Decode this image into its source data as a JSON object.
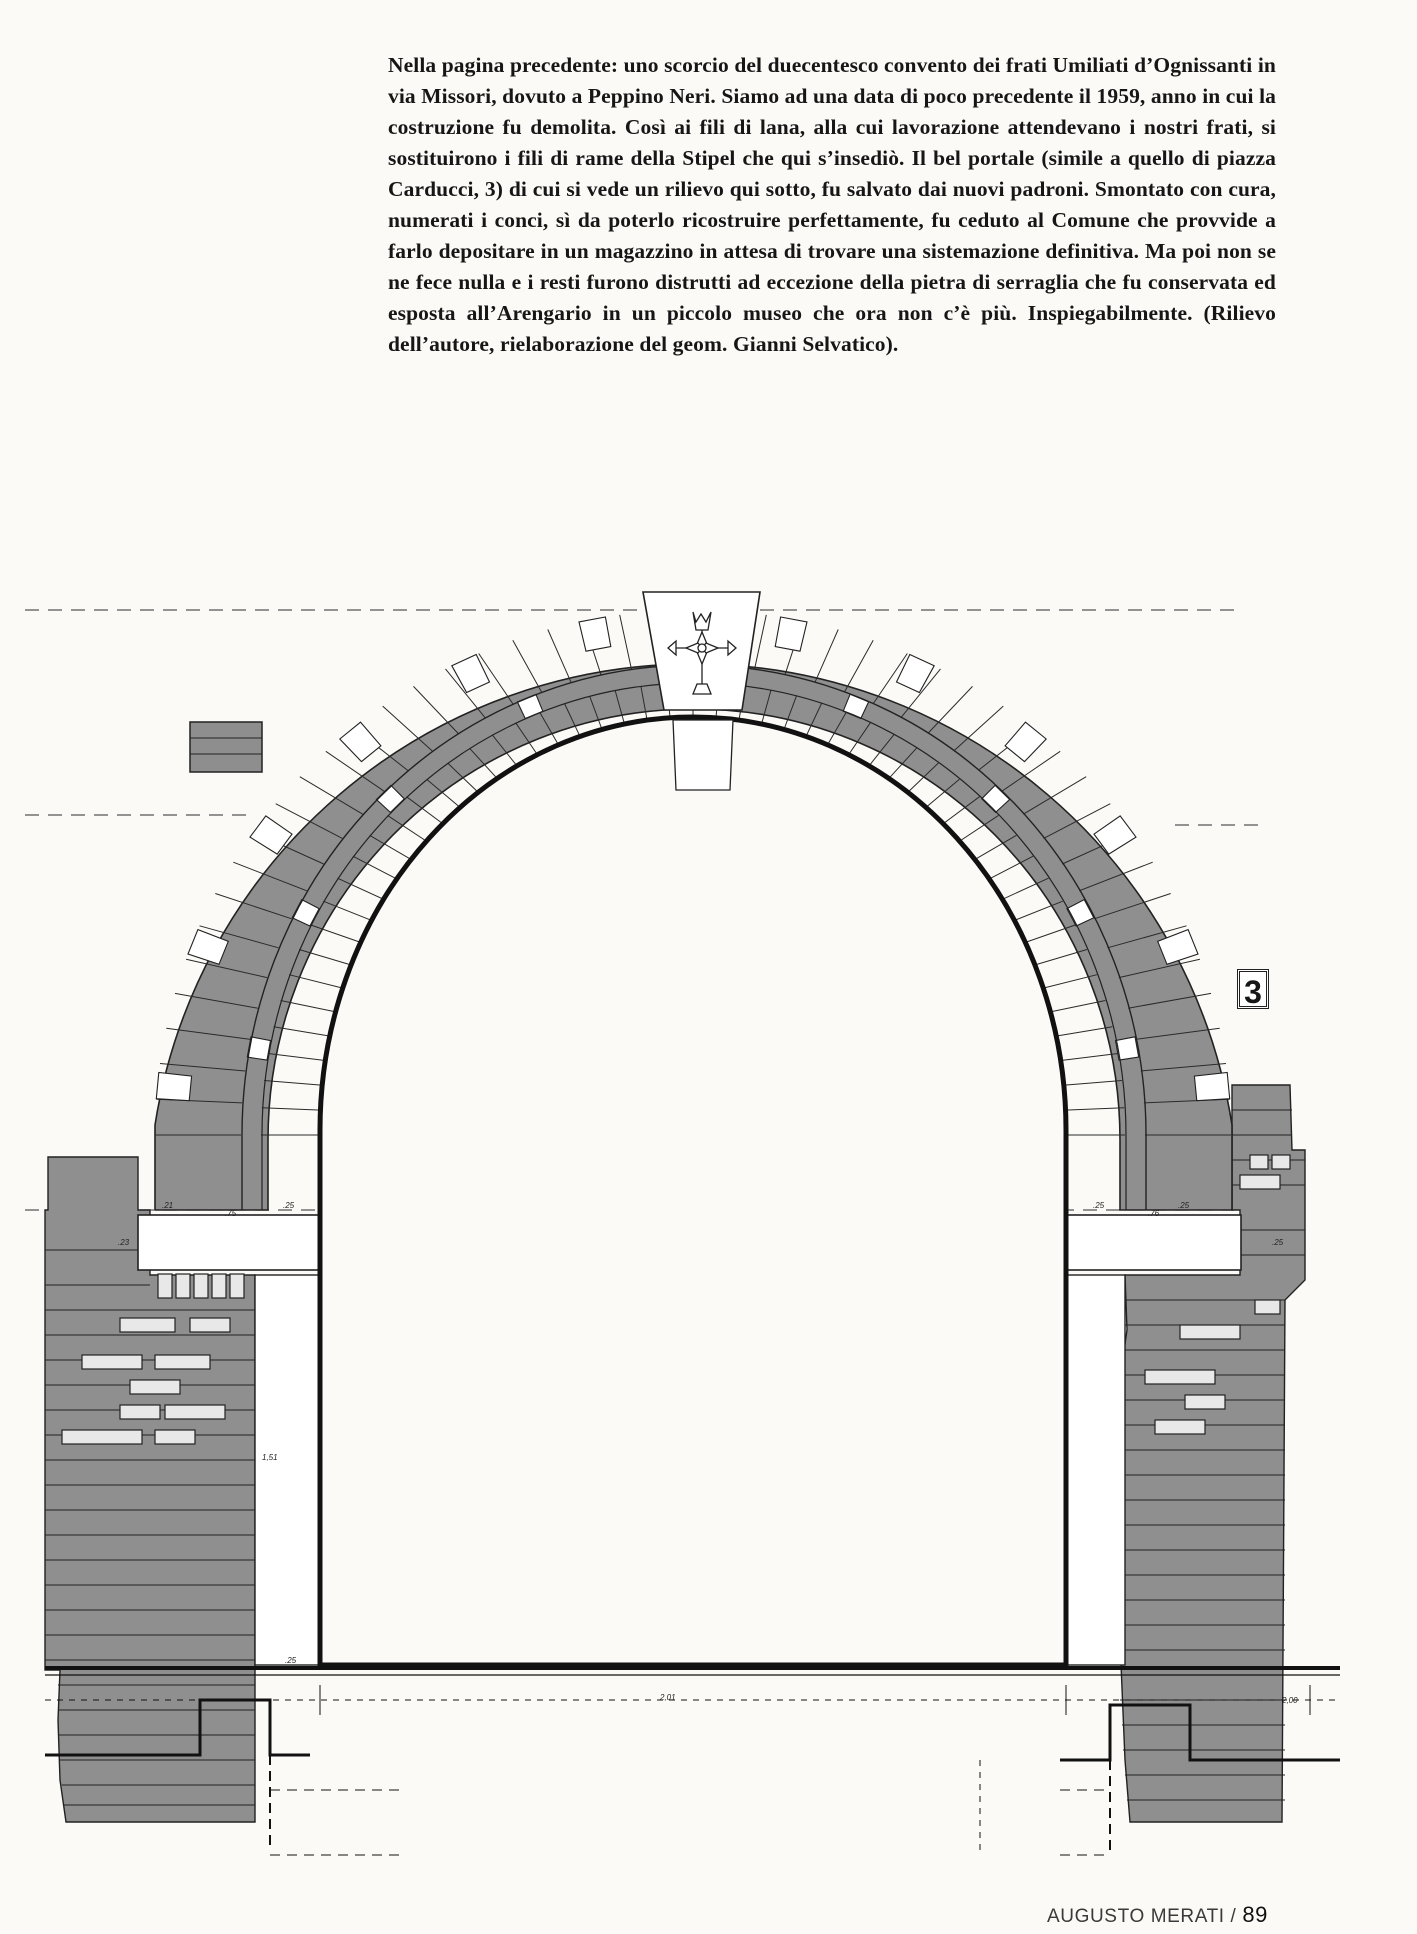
{
  "caption": {
    "text": "Nella pagina precedente: uno scorcio del duecentesco convento dei frati Umiliati d’Ognissanti in via Missori, dovuto a Peppino Neri. Siamo ad una data di poco precedente il 1959, anno in cui la costruzione fu demolita. Così ai fili di lana, alla cui lavorazione attendevano i nostri frati, si sostituirono i fili di rame della Stipel che qui s’insediò. Il bel portale (simile a quello di piazza Carducci, 3) di cui si vede un rilievo qui sotto, fu salvato dai nuovi padroni. Smontato con cura, numerati i conci, sì da poterlo ricostruire perfettamente, fu ceduto al Comune che provvide a farlo depositare in un magazzino in attesa di trovare una sistemazione definitiva. Ma poi non se ne fece nulla e i resti furono distrutti ad eccezione della pietra di serraglia che fu conservata ed esposta all’Arengario in un piccolo museo che ora non c’è più. Inspiegabilmente. (Rilievo dell’autore, rielaborazione del geom. Gianni Selvatico)."
  },
  "drawing": {
    "plate_number": "3",
    "dimensions": {
      "left_jamb_width": ".25",
      "left_lintel": ".75",
      "left_top_a": ".21",
      "left_top_b": ".25",
      "lintel_height_left": ".23",
      "jamb_height": "1,51",
      "bottom_left": ".25",
      "opening_width": "2,01",
      "right_top_a": ".25",
      "right_top_b": ".25",
      "right_lintel": ".76",
      "lintel_height_right": ".25",
      "right_extent": "2,00"
    }
  },
  "footer": {
    "author": "AUGUSTO MERATI /",
    "page_number": "89"
  }
}
